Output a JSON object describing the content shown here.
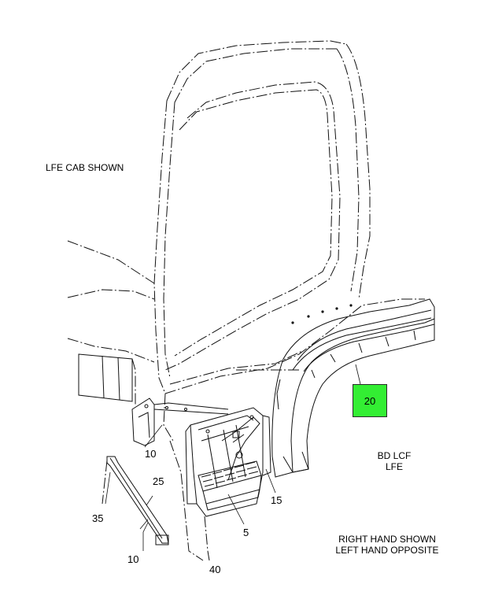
{
  "notes": {
    "cab_shown": "LFE CAB SHOWN",
    "model_line1": "BD LCF",
    "model_line2": "LFE",
    "hand_line1": "RIGHT HAND SHOWN",
    "hand_line2": "LEFT HAND OPPOSITE"
  },
  "callouts": {
    "c20": "20",
    "c10a": "10",
    "c15": "15",
    "c5": "5",
    "c25": "25",
    "c35": "35",
    "c10b": "10",
    "c40": "40"
  },
  "colors": {
    "highlight": "#33ee33",
    "line": "#111111"
  }
}
